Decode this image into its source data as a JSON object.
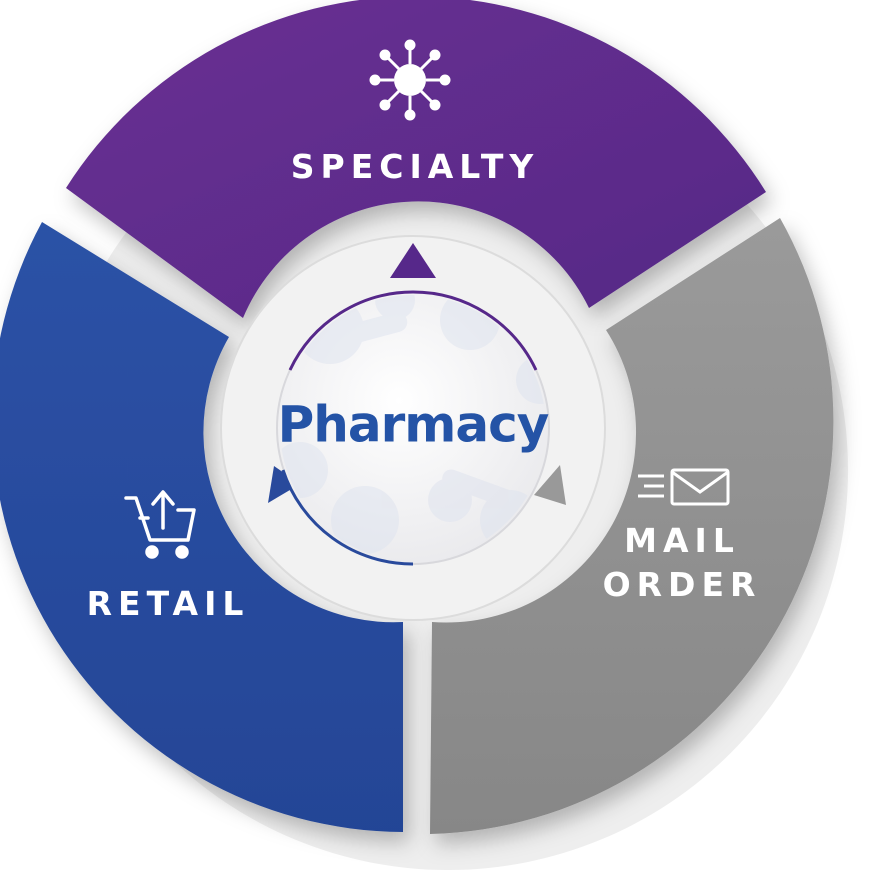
{
  "diagram": {
    "center": {
      "label": "Pharmacy"
    },
    "segments": [
      {
        "id": "specialty",
        "label": "SPECIALTY",
        "icon": "virus-icon"
      },
      {
        "id": "mail-order",
        "label_line1": "MAIL",
        "label_line2": "ORDER",
        "icon": "envelope-icon"
      },
      {
        "id": "retail",
        "label": "RETAIL",
        "icon": "shopping-cart-icon"
      }
    ]
  },
  "colors": {
    "specialty": "#62318f",
    "mail_order": "#8f8f8f",
    "retail": "#294a9c",
    "pharmacy_text": "#2453a6"
  }
}
